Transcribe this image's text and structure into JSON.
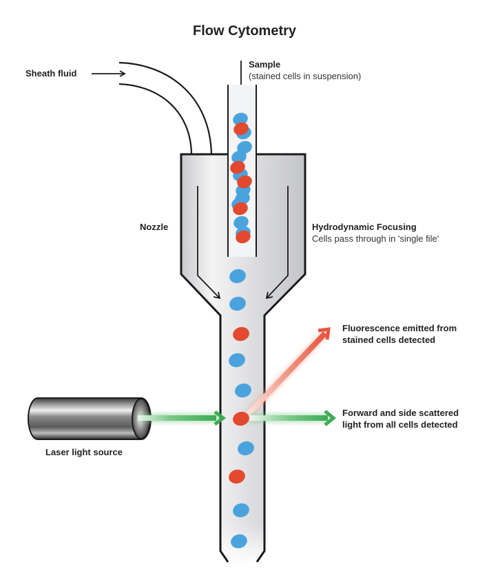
{
  "title": "Flow Cytometry",
  "labels": {
    "sheath_fluid": "Sheath fluid",
    "sample_title": "Sample",
    "sample_subtitle": "(stained cells in suspension)",
    "nozzle": "Nozzle",
    "hydro_title": "Hydrodynamic Focusing",
    "hydro_subtitle": "Cells pass through in 'single file'",
    "fluorescence_line1": "Fluorescence emitted from",
    "fluorescence_line2": "stained cells detected",
    "scatter_line1": "Forward and side scattered",
    "scatter_line2": "light from all cells detected",
    "laser": "Laser light source"
  },
  "colors": {
    "blue_cell": "#4aa3dd",
    "red_cell": "#e2492f",
    "laser_green": "#3daa55",
    "fluorescence_red": "#e8553f",
    "outline": "#1a1a1a",
    "tube_fill": "#dcdde0"
  },
  "cells": {
    "sample_tube": [
      {
        "type": "blue"
      },
      {
        "type": "red"
      },
      {
        "type": "blue"
      },
      {
        "type": "blue"
      },
      {
        "type": "blue"
      },
      {
        "type": "red"
      },
      {
        "type": "blue"
      },
      {
        "type": "red"
      },
      {
        "type": "blue"
      },
      {
        "type": "blue"
      },
      {
        "type": "blue"
      },
      {
        "type": "red"
      },
      {
        "type": "blue"
      },
      {
        "type": "blue"
      },
      {
        "type": "red"
      }
    ],
    "single_file": [
      {
        "type": "blue"
      },
      {
        "type": "blue"
      },
      {
        "type": "red"
      },
      {
        "type": "blue"
      },
      {
        "type": "blue"
      },
      {
        "type": "red"
      },
      {
        "type": "blue"
      },
      {
        "type": "red"
      },
      {
        "type": "blue"
      },
      {
        "type": "blue"
      }
    ]
  }
}
